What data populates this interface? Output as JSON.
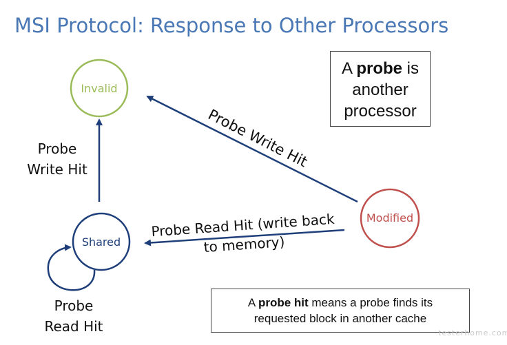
{
  "title": "MSI Protocol: Response to Other Processors",
  "nodes": {
    "invalid": {
      "label": "Invalid",
      "color": "#9bbb59"
    },
    "shared": {
      "label": "Shared",
      "color": "#1f3f7a"
    },
    "modified": {
      "label": "Modified",
      "color": "#c0504d"
    }
  },
  "edges": {
    "probe_write_hit_modified": {
      "text": "Probe Write Hit"
    },
    "probe_read_hit_modified": {
      "line1": "Probe Read Hit (write back",
      "line2": "to memory)"
    },
    "probe_write_hit_shared": {
      "line1": "Probe",
      "line2": "Write Hit"
    },
    "probe_read_hit_shared": {
      "line1": "Probe",
      "line2": "Read Hit"
    }
  },
  "note_probe": {
    "prefix": "A ",
    "bold": "probe",
    "suffix": " is",
    "line2": "another",
    "line3": "processor"
  },
  "note_probe_hit": {
    "prefix": "A ",
    "bold": "probe hit",
    "suffix": " means a probe finds its",
    "line2": "requested block in another cache"
  },
  "watermark": "testerhome.com",
  "arrow_color": "#1f3f7a"
}
